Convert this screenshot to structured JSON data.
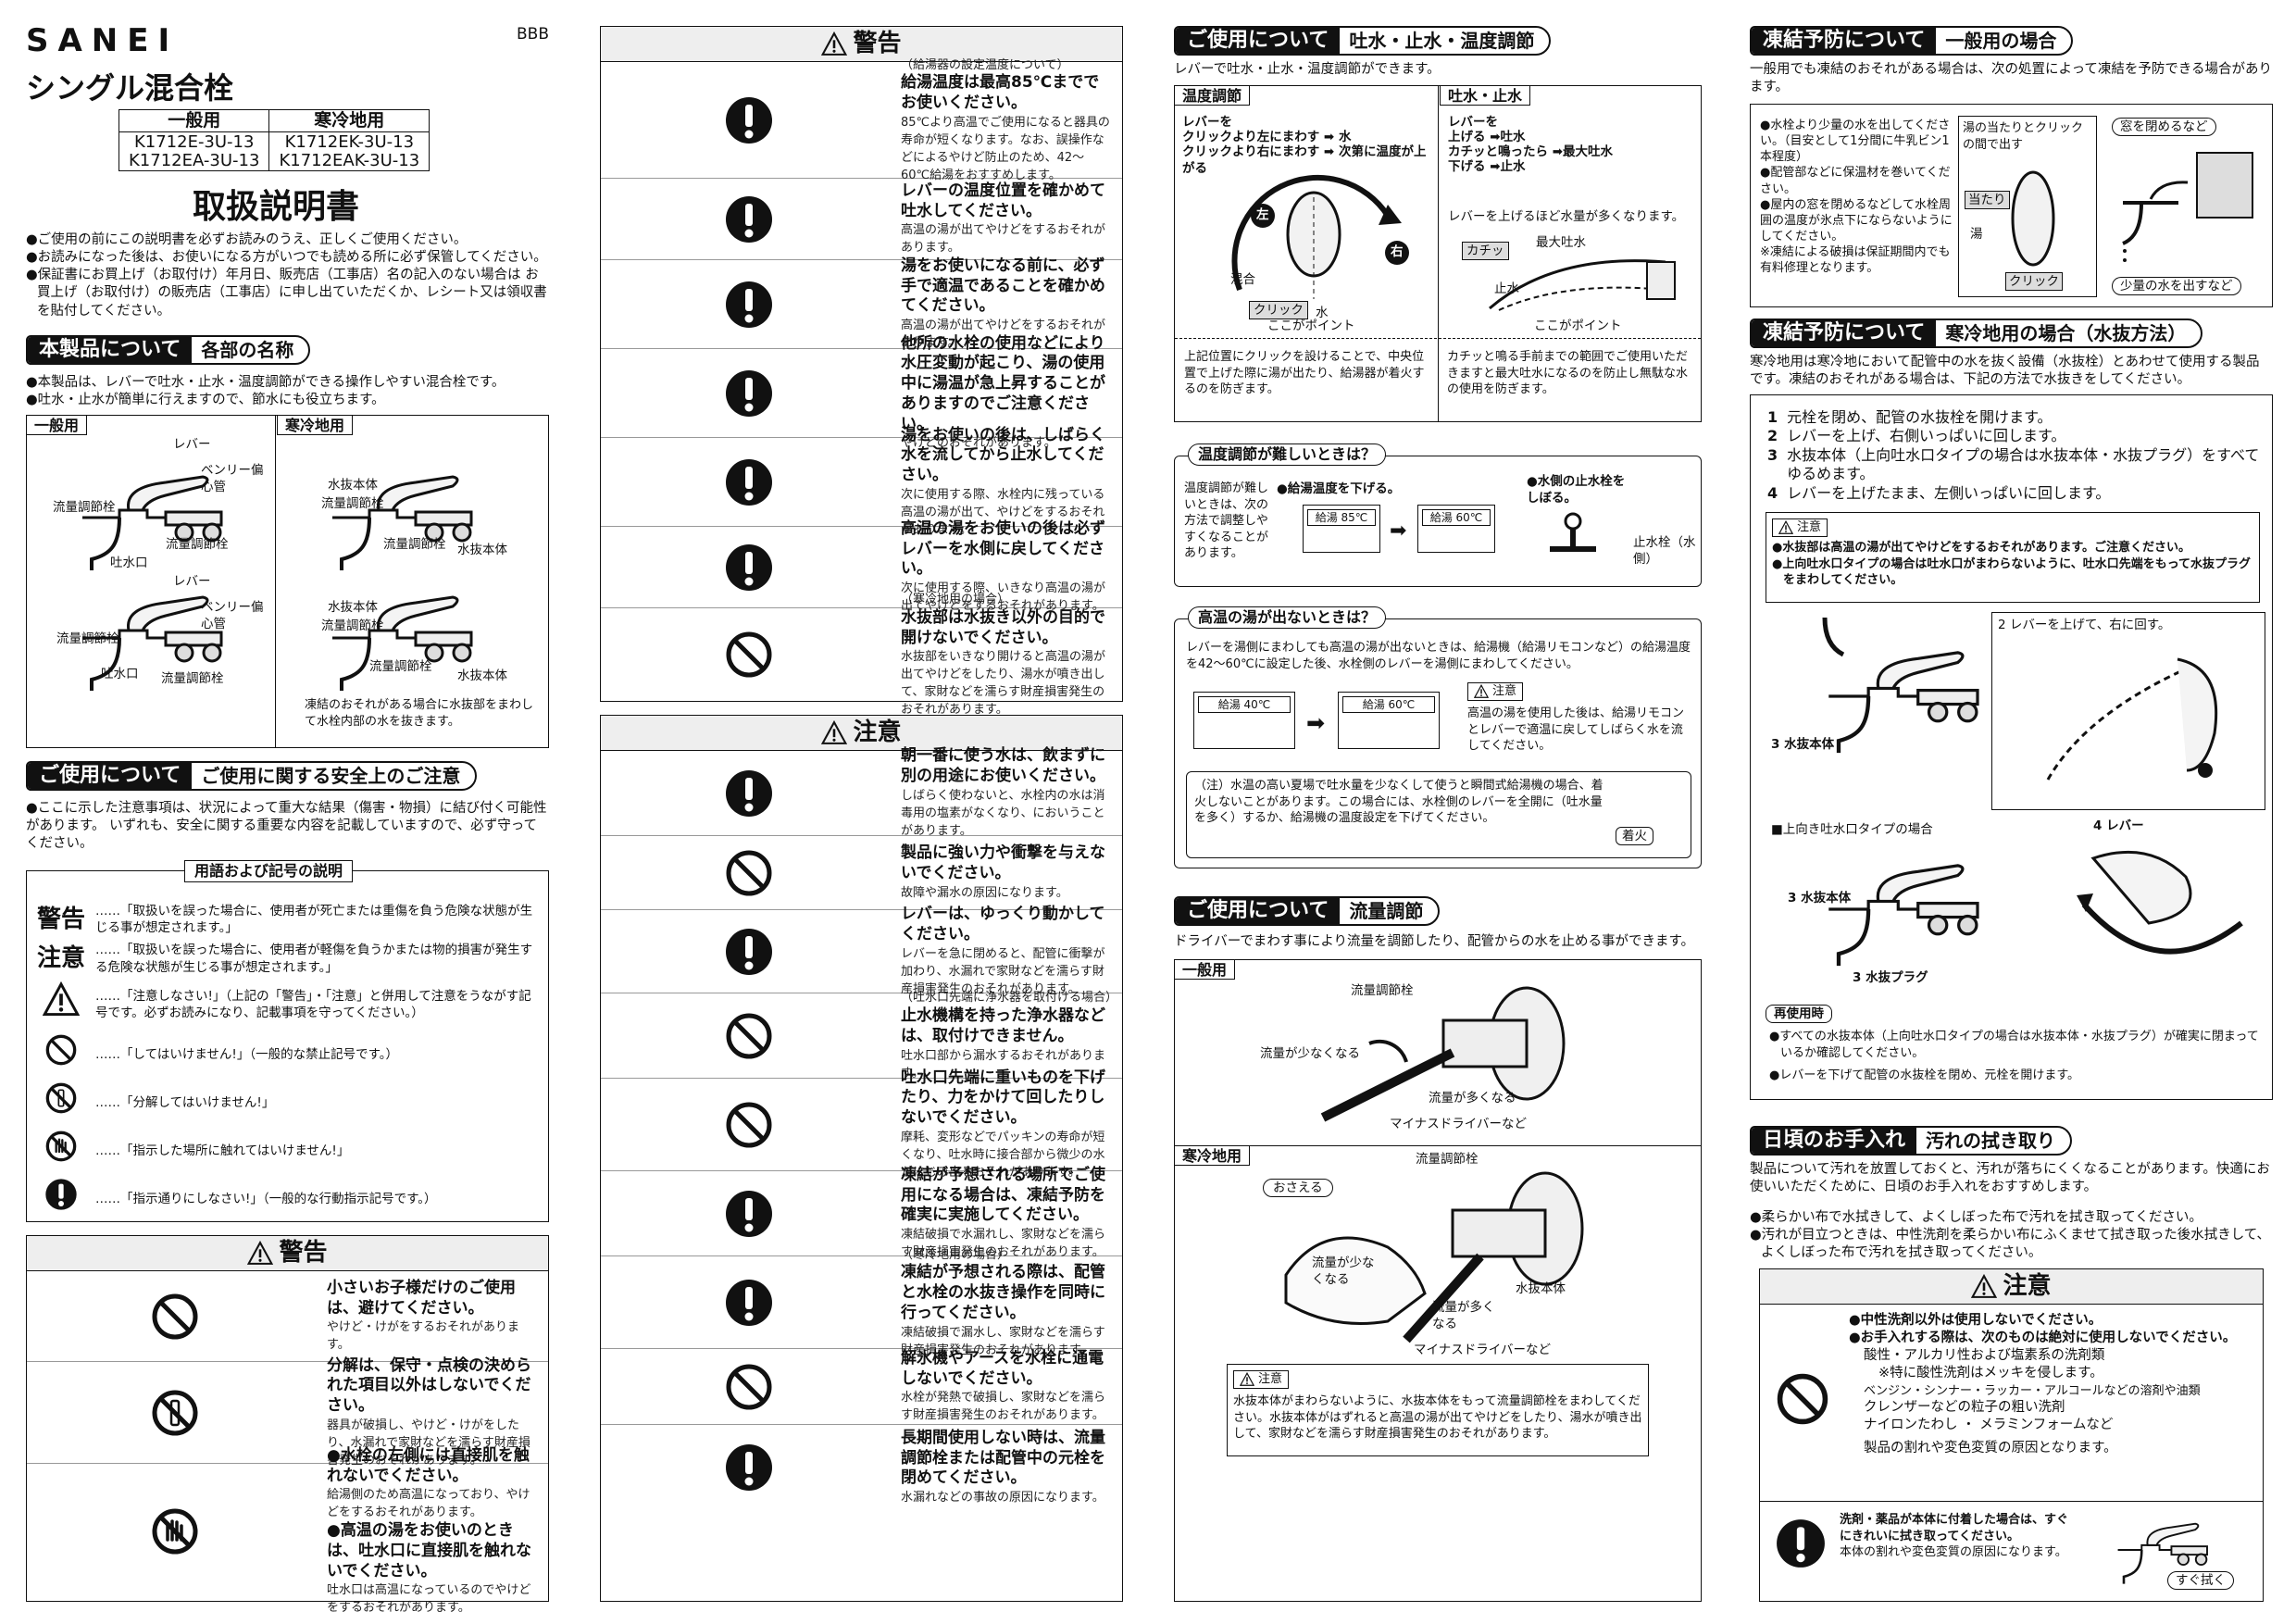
{
  "brand": "SANEI",
  "doc_code": "BBB",
  "product_title": "シングル混合栓",
  "models": {
    "head_general": "一般用",
    "head_cold": "寒冷地用",
    "general": [
      "K1712E-3U-13",
      "K1712EA-3U-13"
    ],
    "cold": [
      "K1712EK-3U-13",
      "K1712EAK-3U-13"
    ]
  },
  "manual_title": "取扱説明書",
  "intro": [
    "●ご使用の前にこの説明書を必ずお読みのうえ、正しくご使用ください。",
    "●お読みになった後は、お使いになる方がいつでも読める所に必ず保管してください。",
    "●保証書にお買上げ（お取付け）年月日、販売店（工事店）名の記入のない場合は お買上げ（お取付け）の販売店（工事店）に申し出ていただくか、レシート又は領収書を貼付してください。"
  ],
  "s1": {
    "l": "本製品について",
    "r": "各部の名称",
    "notes": [
      "●本製品は、レバーで吐水・止水・温度調節ができる操作しやすい混合栓です。",
      "●吐水・止水が簡単に行えますので、節水にも役立ちます。"
    ],
    "general": "一般用",
    "cold": "寒冷地用",
    "parts": {
      "lever": "レバー",
      "benri": "ベンリー偏心管",
      "flow": "流量調節栓",
      "spout": "吐水口",
      "drain": "水抜本体"
    },
    "cold_note": "凍結のおそれがある場合に水抜部をまわして水栓内部の水を抜きます。"
  },
  "s2": {
    "l": "ご使用について",
    "r": "ご使用に関する安全上のご注意",
    "note": "●ここに示した注意事項は、状況によって重大な結果（傷害・物損）に結び付く可能性があります。 いずれも、安全に関する重要な内容を記載していますので、必ず守ってください。",
    "legend_title": "用語および記号の説明",
    "keiko": "警告",
    "keiko_desc": "……「取扱いを誤った場合に、使用者が死亡または重傷を負う危険な状態が生じる事が想定されます。」",
    "chui": "注意",
    "chui_desc": "……「取扱いを誤った場合に、使用者が軽傷を負うかまたは物的損害が発生する危険な状態が生じる事が想定されます。」",
    "sym1": "……「注意しなさい!」（上記の「警告」・「注意」と併用して注意をうながす記号です。必ずお読みになり、記載事項を守ってください。）",
    "sym2": "……「してはいけません!」（一般的な禁止記号です。）",
    "sym3": "……「分解してはいけません!」",
    "sym4": "……「指示した場所に触れてはいけません!」",
    "sym5": "……「指示通りにしなさい!」（一般的な行動指示記号です。）"
  },
  "warn1": {
    "title": "警告",
    "rows": [
      {
        "b": "小さいお子様だけのご使用は、避けてください。",
        "s": "やけど・けがをするおそれがあります。"
      },
      {
        "b": "分解は、保守・点検の決められた項目以外はしないでください。",
        "s": "器具が破損し、やけど・けがをしたり、水漏れで家財などを濡らす財産損害発生のおそれがあります。"
      },
      {
        "b": "●水栓の左側には直接肌を触れないでください。",
        "s": "給湯側のため高温になっており、やけどをするおそれがあります。",
        "b2": "●高温の湯をお使いのときは、吐水口に直接肌を触れないでください。",
        "s2": "吐水口は高温になっているのでやけどをするおそれがあります。"
      }
    ]
  },
  "warn2": {
    "title": "警告",
    "rows": [
      {
        "p": "（給湯器の設定温度について）",
        "b": "給湯温度は最高85℃まででお使いください。",
        "s": "85℃より高温でご使用になると器具の寿命が短くなります。なお、誤操作などによるやけど防止のため、42〜60℃給湯をおすすめします。"
      },
      {
        "b": "レバーの温度位置を確かめて吐水してください。",
        "s": "高温の湯が出てやけどをするおそれがあります。"
      },
      {
        "b": "湯をお使いになる前に、必ず手で適温であることを確かめてください。",
        "s": "高温の湯が出てやけどをするおそれがあります。"
      },
      {
        "b": "他所の水栓の使用などにより水圧変動が起こり、湯の使用中に湯温が急上昇することがありますのでご注意ください。",
        "s": "やけどのおそれがあります。"
      },
      {
        "b": "湯をお使いの後は、しばらく水を流してから止水してください。",
        "s": "次に使用する際、水栓内に残っている高温の湯が出て、やけどをするおそれがあります。"
      },
      {
        "b": "高温の湯をお使いの後は必ずレバーを水側に戻してください。",
        "s": "次に使用する際、いきなり高温の湯が出てやけどをするおそれがあります。"
      },
      {
        "p": "（寒冷地用の場合）",
        "b": "水抜部は水抜き以外の目的で開けないでください。",
        "s": "水抜部をいきなり開けると高温の湯が出てやけどをしたり、湯水が噴き出して、家財などを濡らす財産損害発生のおそれがあります。"
      }
    ]
  },
  "caution1": {
    "title": "注意",
    "rows": [
      {
        "b": "朝一番に使う水は、飲まずに別の用途にお使いください。",
        "s": "しばらく使わないと、水栓内の水は消毒用の塩素がなくなり、においうことがあります。"
      },
      {
        "b": "製品に強い力や衝撃を与えないでください。",
        "s": "故障や漏水の原因になります。"
      },
      {
        "b": "レバーは、ゆっくり動かしてください。",
        "s": "レバーを急に閉めると、配管に衝撃が加わり、水漏れで家財などを濡らす財産損害発生のおそれがあります。"
      },
      {
        "p": "（吐水口先端に浄水器を取付ける場合）",
        "b": "止水機構を持った浄水器などは、取付けできません。",
        "s": "吐水口部から漏水するおそれがあります。"
      },
      {
        "b": "吐水口先端に重いものを下げたり、力をかけて回したりしないでください。",
        "s": "摩耗、変形などでパッキンの寿命が短くなり、吐水時に接合部から微少の水がにじみ出るおそれがあります。"
      },
      {
        "b": "凍結が予想される場所でご使用になる場合は、凍結予防を確実に実施してください。",
        "s": "凍結破損で水漏れし、家財などを濡らす財産損害発生のおそれがあります。"
      },
      {
        "p": "（寒冷地用の場合）",
        "b": "凍結が予想される際は、配管と水栓の水抜き操作を同時に行ってください。",
        "s": "凍結破損で漏水し、家財などを濡らす財産損害発生のおそれがあります。"
      },
      {
        "b": "解氷機やアースを水栓に通電しないでください。",
        "s": "水栓が発熱で破損し、家財などを濡らす財産損害発生のおそれがあります。"
      },
      {
        "b": "長期間使用しない時は、流量調節栓または配管中の元栓を閉めてください。",
        "s": "水漏れなどの事故の原因になります。"
      }
    ]
  },
  "s3": {
    "l": "ご使用について",
    "r": "吐水・止水・温度調節",
    "desc": "レバーで吐水・止水・温度調節ができます。",
    "temp": "温度調節",
    "flow": "吐水・止水",
    "t1": "レバーを",
    "t2": "クリックより左にまわす ➡ 水",
    "t3": "クリックより右にまわす ➡ 次第に温度が上がる",
    "left": "左",
    "right": "右",
    "mix": "混合",
    "click": "クリック",
    "water": "水",
    "point": "ここがポイント",
    "f1": "レバーを",
    "f2": "上げる ➡吐水",
    "f3": "カチッと鳴ったら ➡最大吐水",
    "f4": "下げる ➡止水",
    "f5": "レバーを上げるほど水量が多くなります。",
    "kachi": "カチッ",
    "maxflow": "最大吐水",
    "stop": "止水",
    "tp": "上記位置にクリックを設けることで、中央位置で上げた際に湯が出たり、給湯器が着火するのを防ぎます。",
    "fp": "カチッと鳴る手前までの範囲でご使用いただきますと最大吐水になるのを防止し無駄な水の使用を防ぎます。"
  },
  "q1": {
    "title": "温度調節が難しいときは？",
    "d": "温度調節が難しいときは、次の方法で調整しやすくなることがあります。",
    "a": "●給湯温度を下げる。",
    "b": "●水側の止水栓をしぼる。",
    "valve": "止水栓（水側）",
    "t85": "給湯 85℃",
    "t60": "給湯 60℃"
  },
  "q2": {
    "title": "高温の湯が出ないときは？",
    "d": "レバーを湯側にまわしても高温の湯が出ないときは、給湯機（給湯リモコンなど）の給湯温度を42〜60℃に設定した後、水栓側のレバーを湯側にまわしてください。",
    "t40": "給湯 40℃",
    "t60": "給湯 60℃",
    "caution": "注意",
    "cd": "高温の湯を使用した後は、給湯リモコンとレバーで適温に戻してしばらく水を流してください。",
    "note": "（注）水温の高い夏場で吐水量を少なくして使うと瞬間式給湯機の場合、着火しないことがあります。この場合には、水栓側のレバーを全開に（吐水量を多く）するか、給湯機の温度設定を下げてください。",
    "fire": "着火"
  },
  "s4": {
    "l": "ご使用について",
    "r": "流量調節",
    "desc": "ドライバーでまわす事により流量を調節したり、配管からの水を止める事ができます。",
    "general": "一般用",
    "cold": "寒冷地用",
    "valve": "流量調節栓",
    "less": "流量が少なくなる",
    "more": "流量が多くなる",
    "driver": "マイナスドライバーなど",
    "hold": "おさえる",
    "drain": "水抜本体",
    "caution": "注意",
    "cd": "水抜本体がまわらないように、水抜本体をもって流量調節栓をまわしてください。水抜本体がはずれると高温の湯が出てやけどをしたり、湯水が噴き出して、家財などを濡らす財産損害発生のおそれがあります。"
  },
  "s5": {
    "l": "凍結予防について",
    "r": "一般用の場合",
    "desc": "一般用でも凍結のおそれがある場合は、次の処置によって凍結を予防できる場合があります。",
    "items": [
      "●水栓より少量の水を出してください。（目安として1分間に牛乳ビン1本程度）",
      "●配管部などに保温材を巻いてください。",
      "●屋内の窓を閉めるなどして水栓周囲の温度が氷点下にならないようにしてください。",
      "※凍結による破損は保証期間内でも有料修理となります。"
    ],
    "hit": "湯の当たりとクリックの間で出す",
    "atari": "当たり",
    "yu": "湯",
    "click": "クリック",
    "window": "窓を閉めるなど",
    "small": "少量の水を出すなど"
  },
  "s6": {
    "l": "凍結予防について",
    "r": "寒冷地用の場合（水抜方法）",
    "desc": "寒冷地用は寒冷地において配管中の水を抜く設備（水抜栓）とあわせて使用する製品です。凍結のおそれがある場合は、下記の方法で水抜きをしてください。",
    "steps": [
      "元栓を閉め、配管の水抜栓を開けます。",
      "レバーを上げ、右側いっぱいに回します。",
      "水抜本体（上向吐水口タイプの場合は水抜本体・水抜プラグ）をすべてゆるめます。",
      "レバーを上げたまま、左側いっぱいに回します。"
    ],
    "caution": "注意",
    "c1": "●水抜部は高温の湯が出てやけどをするおそれがあります。ご注意ください。",
    "c2": "●上向吐水口タイプの場合は吐水口がまわらないように、吐水口先端をもって水抜プラグをまわしてください。",
    "l2": "2 レバーを上げて、右に回す。",
    "l3": "3 水抜本体",
    "l4": "4 レバー",
    "up": "■上向き吐水口タイプの場合",
    "l3b": "3 水抜本体",
    "l3c": "3 水抜プラグ",
    "reuse": "再使用時",
    "r1": "●すべての水抜本体（上向吐水口タイプの場合は水抜本体・水抜プラグ）が確実に閉まっているか確認してください。",
    "r2": "●レバーを下げて配管の水抜栓を閉め、元栓を開けます。"
  },
  "s7": {
    "l": "日頃のお手入れ",
    "r": "汚れの拭き取り",
    "desc": "製品について汚れを放置しておくと、汚れが落ちにくくなることがあります。快適にお使いいただくために、日頃のお手入れをおすすめします。",
    "i1": "●柔らかい布で水拭きして、よくしぼった布で汚れを拭き取ってください。",
    "i2": "●汚れが目立つときは、中性洗剤を柔らかい布にふくませて拭き取った後水拭きして、よくしぼった布で汚れを拭き取ってください。",
    "ct": "注意",
    "c1": "●中性洗剤以外は使用しないでください。",
    "c2": "●お手入れする際は、次のものは絶対に使用しないでください。",
    "c3": "酸性・アルカリ性および塩素系の洗剤類",
    "c4": "※特に酸性洗剤はメッキを侵します。",
    "c5": "ベンジン・シンナー・ラッカー・アルコールなどの溶剤や油類",
    "c6": "クレンザーなどの粒子の粗い洗剤",
    "c7": "ナイロンたわし ・ メラミンフォームなど",
    "c8": "製品の割れや変色変質の原因となります。",
    "w1": "洗剤・薬品が本体に付着した場合は、すぐにきれいに拭き取ってください。",
    "w2": "本体の割れや変色変質の原因になります。",
    "wipe": "すぐ拭く"
  }
}
